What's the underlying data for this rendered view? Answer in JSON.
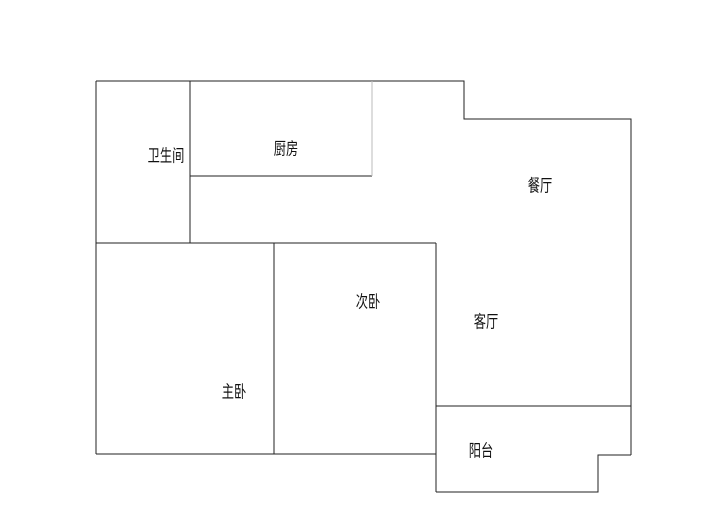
{
  "floorplan": {
    "rooms": {
      "bathroom": "卫生间",
      "kitchen": "厨房",
      "dining": "餐厅",
      "second_bedroom": "次卧",
      "living": "客厅",
      "master_bedroom": "主卧",
      "balcony": "阳台"
    },
    "colors": {
      "wall": "#222222",
      "light_wall": "#bbbbbb"
    }
  }
}
